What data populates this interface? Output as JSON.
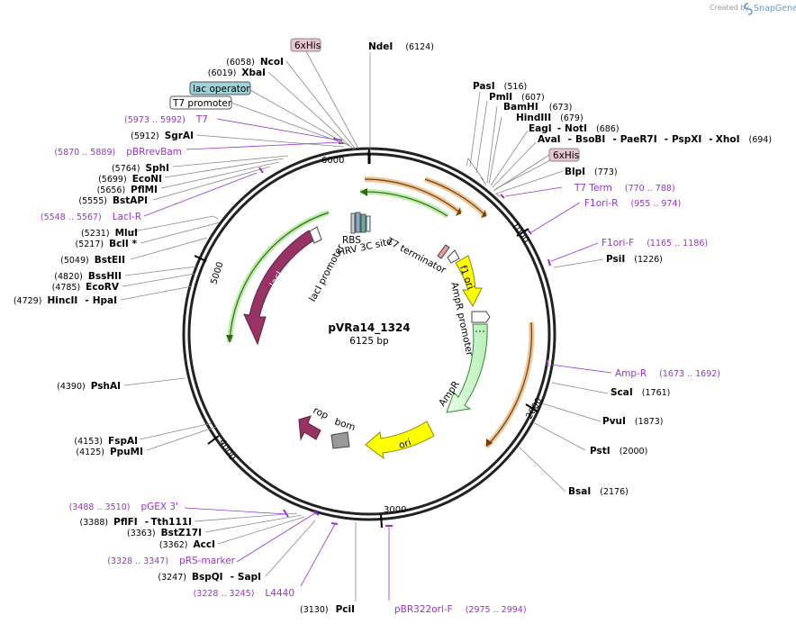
{
  "credit": {
    "created_by": "Created by",
    "brand": "SnapGene"
  },
  "plasmid": {
    "name": "pVRa14_1324",
    "length": "6125 bp"
  },
  "ticks": [
    "1000",
    "2000",
    "3000",
    "4000",
    "5000",
    "6000"
  ],
  "colors": {
    "lacI": "#993366",
    "ampR": "#ccffcc",
    "f1ori": "#ffff00",
    "ori": "#ffff00",
    "rop": "#993366",
    "bom": "#999999",
    "primer": "#9933cc",
    "orf": "#ee9933",
    "orf_green": "#88dd66"
  },
  "enzymes": {
    "NdeI": {
      "name": "NdeI",
      "pos": "(6124)"
    },
    "PasI": {
      "name": "PasI",
      "pos": "(516)"
    },
    "PmlI": {
      "name": "PmlI",
      "pos": "(607)"
    },
    "BamHI": {
      "name": "BamHI",
      "pos": "(673)"
    },
    "HindIII": {
      "name": "HindIII",
      "pos": "(679)"
    },
    "EagI": {
      "name": "EagI",
      "sep": "-",
      "name2": "NotI",
      "pos": "(686)"
    },
    "AvaI": {
      "name": "AvaI",
      "sep1": "-",
      "name2": "BsoBI",
      "sep2": "-",
      "name3": "PaeR7I",
      "sep3": "-",
      "name4": "PspXI",
      "sep4": "-",
      "name5": "XhoI",
      "pos": "(694)"
    },
    "BlpI": {
      "name": "BlpI",
      "pos": "(773)"
    },
    "PsiI": {
      "name": "PsiI",
      "pos": "(1226)"
    },
    "ScaI": {
      "name": "ScaI",
      "pos": "(1761)"
    },
    "PvuI": {
      "name": "PvuI",
      "pos": "(1873)"
    },
    "PstI": {
      "name": "PstI",
      "pos": "(2000)"
    },
    "BsaI": {
      "name": "BsaI",
      "pos": "(2176)"
    },
    "PciI": {
      "name": "PciI",
      "pos": "(3130)"
    },
    "BspQI": {
      "pos": "(3247)",
      "name": "BspQI",
      "sep": "-",
      "name2": "SapI"
    },
    "AccI": {
      "pos": "(3362)",
      "name": "AccI"
    },
    "BstZ17I": {
      "pos": "(3363)",
      "name": "BstZ17I"
    },
    "PflFI": {
      "pos": "(3388)",
      "name": "PflFI",
      "sep": "-",
      "name2": "Tth111I"
    },
    "FspAI": {
      "pos": "(4153)",
      "name": "FspAI"
    },
    "PpuMI": {
      "pos": "(4125)",
      "name": "PpuMI"
    },
    "PshAI": {
      "pos": "(4390)",
      "name": "PshAI"
    },
    "HincII": {
      "pos": "(4729)",
      "name": "HincII",
      "sep": "-",
      "name2": "HpaI"
    },
    "EcoRV": {
      "pos": "(4785)",
      "name": "EcoRV"
    },
    "BssHII": {
      "pos": "(4820)",
      "name": "BssHII"
    },
    "BstEII": {
      "pos": "(5049)",
      "name": "BstEII"
    },
    "BclI": {
      "pos": "(5217)",
      "name": "BclI *"
    },
    "MluI": {
      "pos": "(5231)",
      "name": "MluI"
    },
    "BstAPI": {
      "pos": "(5555)",
      "name": "BstAPI"
    },
    "PflMI": {
      "pos": "(5656)",
      "name": "PflMI"
    },
    "EcoNI": {
      "pos": "(5699)",
      "name": "EcoNI"
    },
    "SphI": {
      "pos": "(5764)",
      "name": "SphI"
    },
    "SgrAI": {
      "pos": "(5912)",
      "name": "SgrAI"
    },
    "XbaI": {
      "pos": "(6019)",
      "name": "XbaI"
    },
    "NcoI": {
      "pos": "(6058)",
      "name": "NcoI"
    }
  },
  "primers": {
    "T7Term": {
      "name": "T7 Term",
      "range": "(770 .. 788)"
    },
    "F1oriR": {
      "name": "F1ori-R",
      "range": "(955 .. 974)"
    },
    "F1oriF": {
      "name": "F1ori-F",
      "range": "(1165 .. 1186)"
    },
    "AmpR": {
      "name": "Amp-R",
      "range": "(1673 .. 1692)"
    },
    "pBR322oriF": {
      "name": "pBR322ori-F",
      "range": "(2975 .. 2994)"
    },
    "L4440": {
      "range": "(3228 .. 3245)",
      "name": "L4440"
    },
    "pRSmarker": {
      "range": "(3328 .. 3347)",
      "name": "pRS-marker"
    },
    "pGEX3": {
      "range": "(3488 .. 3510)",
      "name": "pGEX 3'"
    },
    "LacIR": {
      "range": "(5548 .. 5567)",
      "name": "LacI-R"
    },
    "pBRrevBam": {
      "range": "(5870 .. 5889)",
      "name": "pBRrevBam"
    },
    "T7": {
      "range": "(5973 .. 5992)",
      "name": "T7"
    }
  },
  "boxed_features": {
    "sixHisTop": "6xHis",
    "lacOperator": "lac operator",
    "T7promoter": "T7 promoter",
    "sixHisRight": "6xHis"
  },
  "features": {
    "RBS": "RBS",
    "HRV3C": "HRV 3C site",
    "T7terminator": "T7 terminator",
    "f1ori": "f1 ori",
    "AmpRpromoter": "AmpR promoter",
    "AmpR": "AmpR",
    "ori": "ori",
    "bom": "bom",
    "rop": "rop",
    "lacI": "lacI",
    "lacIpromoter": "lacI promoter"
  }
}
